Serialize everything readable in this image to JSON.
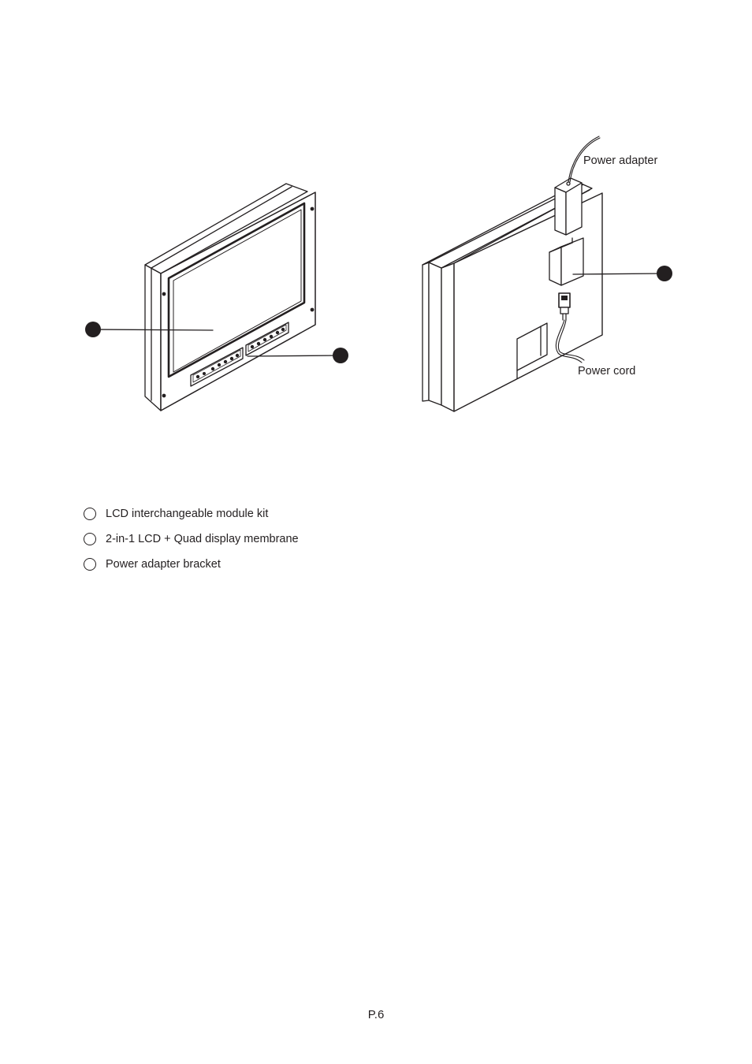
{
  "callouts": {
    "power_adapter": "Power adapter",
    "power_cord": "Power cord"
  },
  "legend": {
    "items": [
      {
        "label": "LCD interchangeable module kit"
      },
      {
        "label": "2-in-1 LCD + Quad display membrane"
      },
      {
        "label": "Power adapter bracket"
      }
    ]
  },
  "footer": {
    "page_number": "P.6"
  },
  "colors": {
    "ink": "#231f20",
    "paper": "#ffffff"
  }
}
